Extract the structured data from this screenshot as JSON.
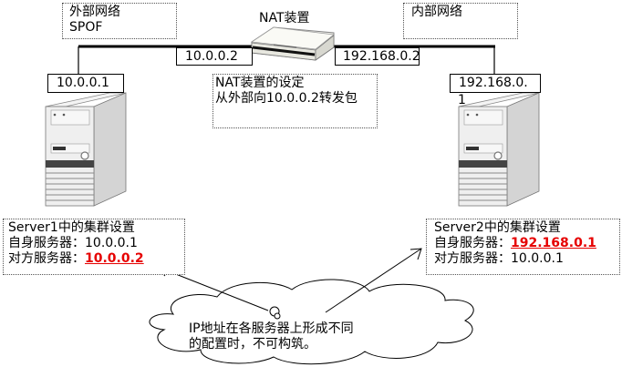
{
  "external_network": {
    "line1": "外部网络",
    "line2": "SPOF"
  },
  "internal_network": {
    "label": "内部网络"
  },
  "nat_device": {
    "label": "NAT装置",
    "external_ip": "10.0.0.2",
    "internal_ip": "192.168.0.2",
    "setting_title": "NAT装置的设定",
    "setting_rule": "从外部向10.0.0.2转发包"
  },
  "server1": {
    "ip": "10.0.0.1",
    "cluster_title": "Server1中的集群设置",
    "self_label": "自身服务器：",
    "self_value": "10.0.0.1",
    "peer_label": "对方服务器：",
    "peer_value": "10.0.0.2"
  },
  "server2": {
    "ip_line1": "192.168.0.",
    "ip_line2": "1",
    "cluster_title": "Server2中的集群设置",
    "self_label": "自身服务器：",
    "self_value": "192.168.0.1",
    "peer_label": "对方服务器：",
    "peer_value": "10.0.0.1"
  },
  "callout": {
    "line1": "IP地址在各服务器上形成不同",
    "line2": "的配置时，不可构筑。"
  },
  "colors": {
    "highlight": "#e60000",
    "line": "#000000",
    "server_body": "#e8e8e8"
  }
}
